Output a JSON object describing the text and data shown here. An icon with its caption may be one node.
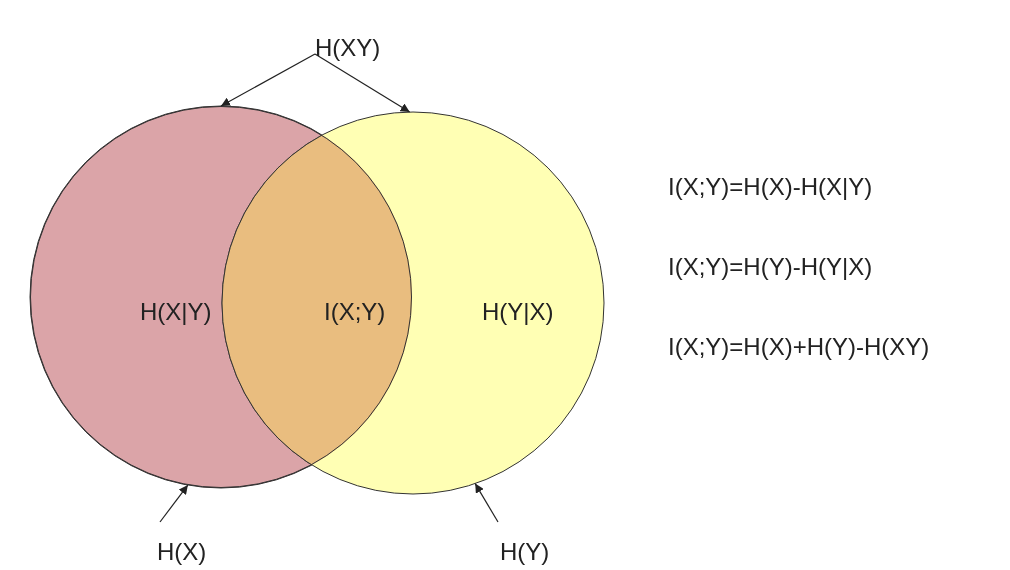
{
  "diagram": {
    "nodes": [
      {
        "text": [
          "H(XY)"
        ]
      },
      {
        "text": [
          "H(X|Y)"
        ]
      },
      {
        "text": [
          "I(X;Y)"
        ]
      },
      {
        "text": [
          "H(Y|X)"
        ]
      },
      {
        "text": [
          "H(X)"
        ]
      },
      {
        "text": [
          "H(Y)"
        ]
      }
    ],
    "edges": [
      {
        "from": 0,
        "to": 1,
        "arrow": "to"
      },
      {
        "from": 0,
        "to": 3,
        "arrow": "to"
      },
      {
        "from": 4,
        "to": 1,
        "arrow": "to"
      },
      {
        "from": 5,
        "to": 3,
        "arrow": "to"
      }
    ],
    "labels": [
      "I(X;Y)=H(X)-H(X|Y)",
      "I(X;Y)=H(Y)-H(Y|X)",
      "I(X;Y)=H(X)+H(Y)-H(XY)"
    ]
  }
}
